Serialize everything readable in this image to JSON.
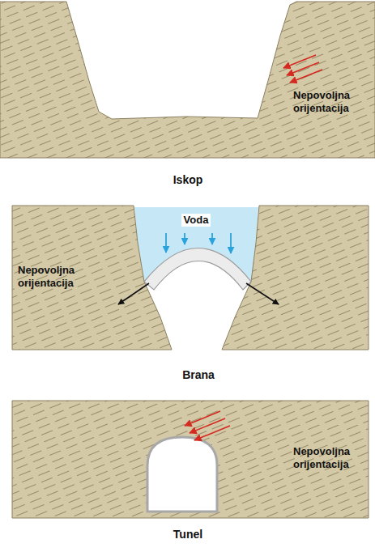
{
  "diagram": {
    "labels": [
      "Nepovoljna orijentacija",
      "Iskop",
      "Voda",
      "Nepovoljna orijentacija",
      "Brana",
      "Nepovoljna orijentacija",
      "Tunel"
    ]
  }
}
